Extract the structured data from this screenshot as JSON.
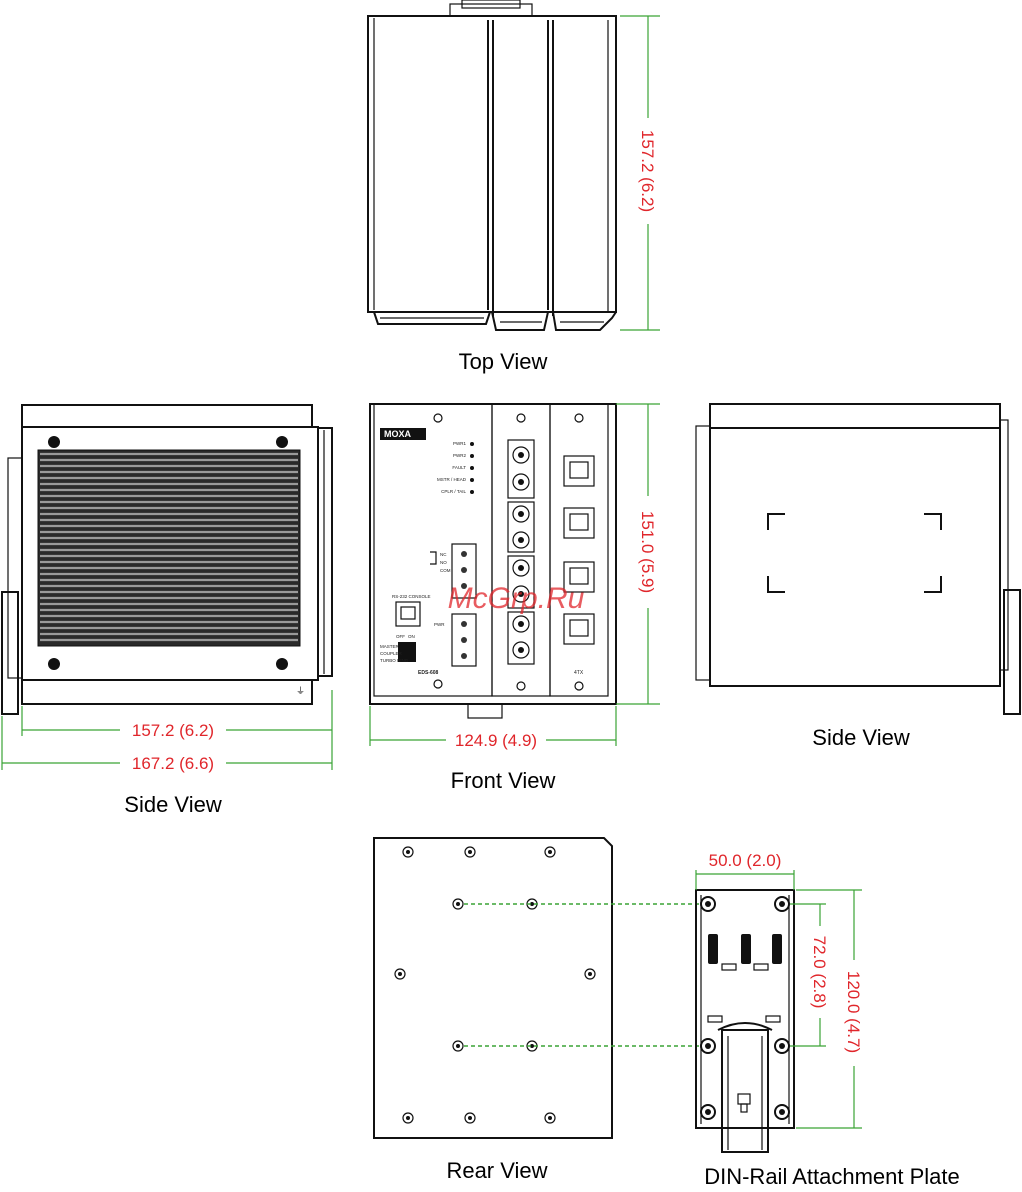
{
  "views": {
    "top": "Top View",
    "side_left": "Side View",
    "front": "Front View",
    "side_right": "Side View",
    "rear": "Rear View",
    "din": "DIN-Rail Attachment Plate"
  },
  "dimensions": {
    "top_depth": "157.2 (6.2)",
    "front_height": "151.0 (5.9)",
    "side_depth": "157.2 (6.2)",
    "side_overall": "167.2 (6.6)",
    "front_width": "124.9 (4.9)",
    "din_width": "50.0 (2.0)",
    "din_hole_spacing": "72.0 (2.8)",
    "din_height": "120.0 (4.7)"
  },
  "device": {
    "brand": "MOXA",
    "model": "EDS-608",
    "leds": [
      "PWR1",
      "PWR2",
      "FAULT",
      "MSTR / HEAD",
      "CPLR / TAIL"
    ],
    "relay_labels": [
      "NC",
      "NO",
      "COM"
    ],
    "console_label": "RS-232 CONSOLE",
    "pwr_label": "PWR",
    "dip_labels": [
      "OFF",
      "ON"
    ],
    "dip_functions": [
      "MASTER",
      "COUPLER",
      "TURBO RING"
    ],
    "module_4tx": "4TX"
  },
  "watermark": "McGrp.Ru",
  "colors": {
    "dimension_text": "#e0262b",
    "dimension_lines": "#3aa335",
    "outline": "#111111"
  }
}
